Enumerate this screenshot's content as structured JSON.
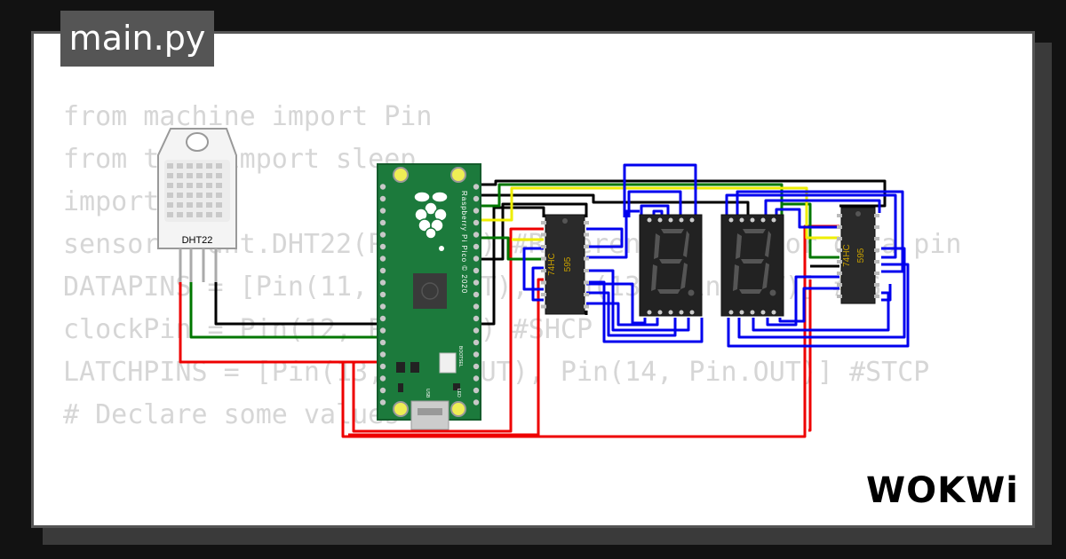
{
  "tab": {
    "filename": "main.py"
  },
  "code_lines": [
    "from machine import Pin",
    "from time import sleep",
    "import dht",
    "",
    "sensor = dht.DHT22(Pin(15)) #Referencing sensor data pin",
    "DATAPINS = [Pin(11, Pin.OUT), Pin(13, Pin.OUT)] #DS",
    "clockPin = Pin(12, Pin.OUT) #SHCP",
    "LATCHPINS = [Pin(13, Pin.OUT), Pin(14, Pin.OUT)] #STCP",
    "",
    "",
    "# Declare some values"
  ],
  "components": {
    "sensor_label": "DHT22",
    "pico_label": "Raspberry Pi Pico © 2020",
    "pico_usb": "USB",
    "pico_bootsel": "BOOTSEL",
    "pico_led": "LED",
    "shift_register_1_label": [
      "74HC",
      "595"
    ],
    "shift_register_2_label": [
      "74HC",
      "595"
    ]
  },
  "brand": {
    "logo_text": "WOKWi"
  },
  "colors": {
    "wire_red": "#ee0000",
    "wire_green": "#007700",
    "wire_blue": "#0000ee",
    "wire_black": "#000000",
    "wire_yellow": "#eeee00",
    "pico_green": "#1c7a3c",
    "ic_label": "#c8a000"
  }
}
